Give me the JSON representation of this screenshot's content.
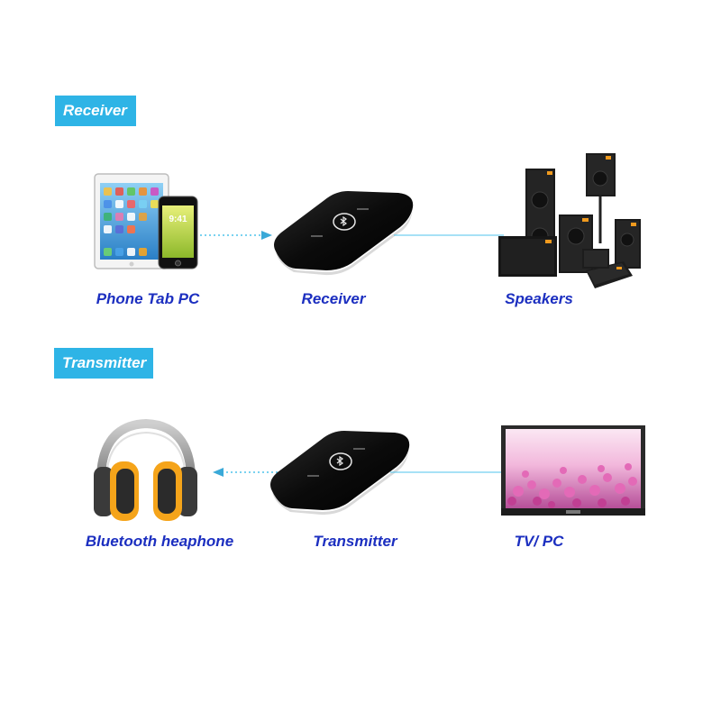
{
  "receiver_section": {
    "badge": "Receiver",
    "captions": {
      "source": "Phone Tab PC",
      "device": "Receiver",
      "output": "Speakers"
    }
  },
  "transmitter_section": {
    "badge": "Transmitter",
    "captions": {
      "output": "Bluetooth heaphone",
      "device": "Transmitter",
      "source": "TV/ PC"
    }
  },
  "colors": {
    "badge_bg": "#2eb4e6",
    "caption_text": "#1c2fc0",
    "link_line": "#4fc3ec",
    "device_body": "#0b0b0b",
    "headphone_accent": "#f5a41a",
    "speaker_accent": "#f09a1e"
  },
  "icons": [
    "tablet-icon",
    "phone-icon",
    "bluetooth-icon",
    "speakers-icon",
    "headphones-icon",
    "tv-icon"
  ]
}
